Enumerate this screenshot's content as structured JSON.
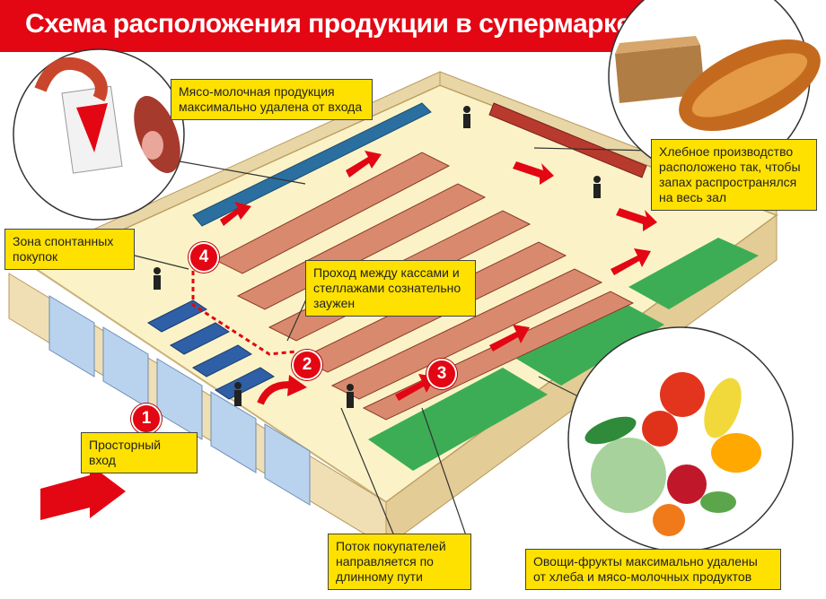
{
  "title": "Схема расположения продукции в супермаркетах",
  "callouts": {
    "meat_dairy": "Мясо-молочная продукция максимально удалена от входа",
    "bakery": "Хлебное производство расположено так, чтобы запах распространялся на весь зал",
    "impulse": "Зона спонтанных покупок",
    "aisle": "Проход между кассами и стеллажами сознательно заужен",
    "entrance": "Просторный вход",
    "flow": "Поток покупателей направляется по длинному пути",
    "produce": "Овощи-фрукты максимально удалены от хлеба и мясо-молочных продуктов"
  },
  "markers": [
    "1",
    "2",
    "3",
    "4"
  ],
  "colors": {
    "banner": "#e30613",
    "callout_bg": "#ffe100",
    "floor": "#fbf3c7",
    "wall": "#e9d6a6",
    "produce_floor": "#3cad55",
    "arrow": "#e30613"
  }
}
